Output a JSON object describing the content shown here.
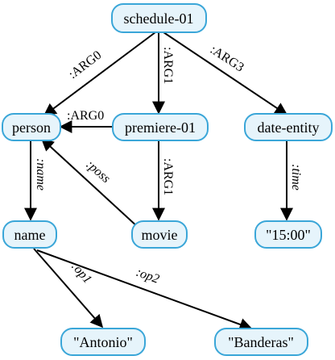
{
  "nodes": {
    "schedule": "schedule-01",
    "person": "person",
    "premiere": "premiere-01",
    "date_entity": "date-entity",
    "name": "name",
    "movie": "movie",
    "time_value": "\"15:00\"",
    "antonio": "\"Antonio\"",
    "banderas": "\"Banderas\""
  },
  "edges": {
    "schedule_person": ":ARG0",
    "schedule_premiere": ":ARG1",
    "schedule_date": ":ARG3",
    "premiere_person": ":ARG0",
    "person_name": ":name",
    "movie_person": ":poss",
    "premiere_movie": ":ARG1",
    "date_time": ":time",
    "name_antonio": ":op1",
    "name_banderas": ":op2"
  },
  "colors": {
    "node_fill": "#e6f4fb",
    "node_stroke": "#3aa6d8",
    "edge": "#000000"
  }
}
